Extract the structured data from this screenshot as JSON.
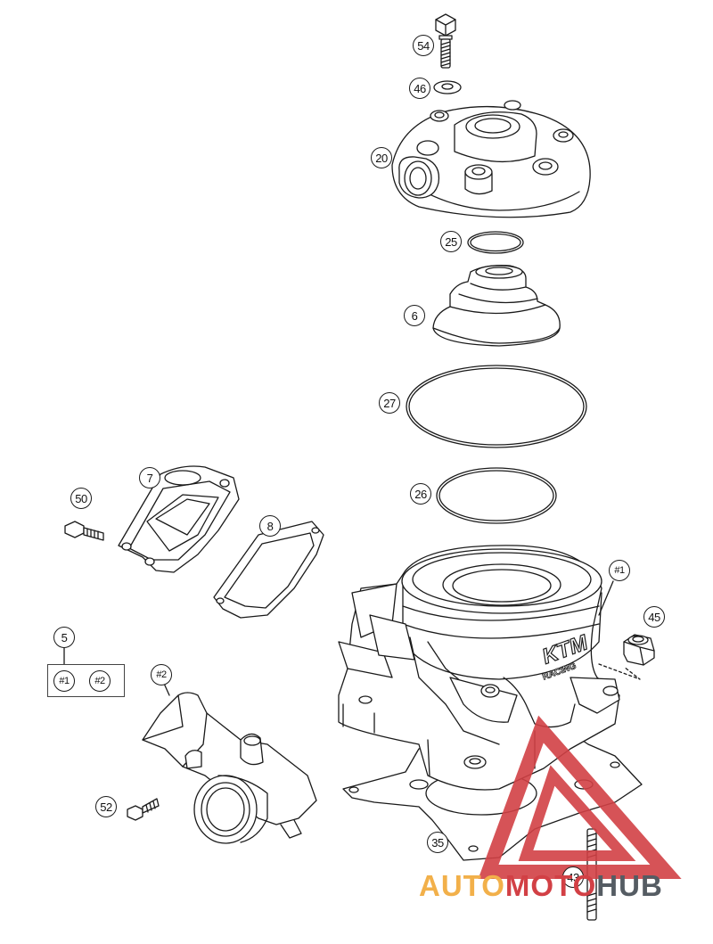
{
  "callouts": [
    {
      "id": "c54",
      "text": "54"
    },
    {
      "id": "c46",
      "text": "46"
    },
    {
      "id": "c20",
      "text": "20"
    },
    {
      "id": "c25",
      "text": "25"
    },
    {
      "id": "c6",
      "text": "6"
    },
    {
      "id": "c27",
      "text": "27"
    },
    {
      "id": "c26",
      "text": "26"
    },
    {
      "id": "c7",
      "text": "7"
    },
    {
      "id": "c50",
      "text": "50"
    },
    {
      "id": "c8",
      "text": "8"
    },
    {
      "id": "c1",
      "text": "#1"
    },
    {
      "id": "c45",
      "text": "45"
    },
    {
      "id": "c5",
      "text": "5"
    },
    {
      "id": "c5a",
      "text": "#1"
    },
    {
      "id": "c5b",
      "text": "#2"
    },
    {
      "id": "c2",
      "text": "#2"
    },
    {
      "id": "c52",
      "text": "52"
    },
    {
      "id": "c35",
      "text": "35"
    },
    {
      "id": "c43",
      "text": "43"
    }
  ],
  "cylinder_logo": {
    "line1": "KTM",
    "line2": "RACING"
  },
  "watermark": {
    "part1": "AUTO",
    "part2": "MOTO",
    "part3": "HUB"
  },
  "colors": {
    "stroke": "#1a1a1a",
    "watermark_red": "#d24045",
    "watermark_orange": "#f2b04a",
    "watermark_gray": "#555c63"
  }
}
